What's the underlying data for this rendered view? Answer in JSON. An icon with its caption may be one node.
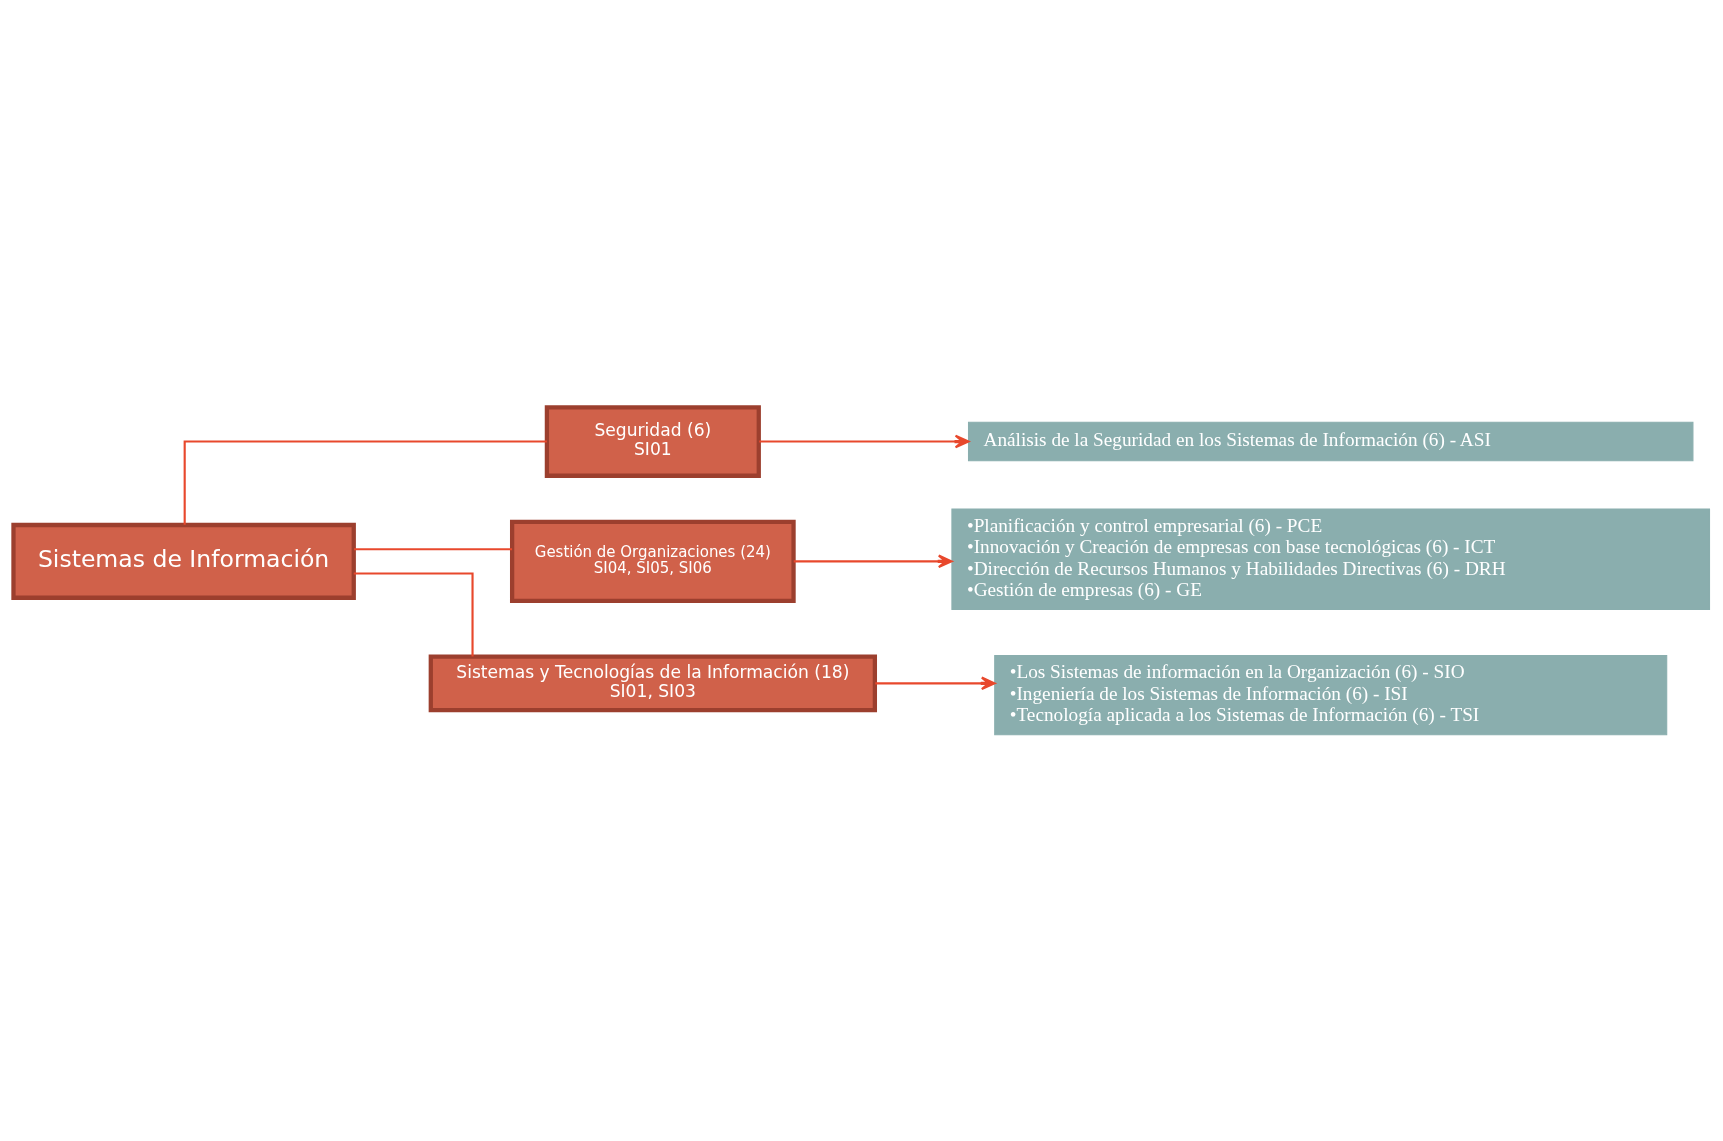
{
  "diagram": {
    "nodes": [
      {
        "text": [
          "Sistemas de Información"
        ]
      },
      {
        "text": [
          "Seguridad (6)",
          "SI01"
        ]
      },
      {
        "text": [
          "Gestión de Organizaciones (24)",
          "SI04, SI05, SI06"
        ]
      },
      {
        "text": [
          "Sistemas y Tecnologías de la Información (18)",
          "SI01, SI03"
        ]
      },
      {
        "text": [
          "Análisis de la Seguridad en los Sistemas de Información (6) - ASI"
        ]
      },
      {
        "text": [
          "•Planificación y control empresarial (6) - PCE",
          "•Innovación y Creación de empresas con base tecnológicas (6) - ICT",
          "•Dirección de Recursos Humanos y Habilidades Directivas (6) - DRH",
          "•Gestión de empresas (6) - GE"
        ]
      },
      {
        "text": [
          "•Los Sistemas de información en la Organización (6) - SIO",
          "•Ingeniería de los Sistemas de Información (6) - ISI",
          "•Tecnología aplicada a los Sistemas de Información (6) - TSI"
        ]
      }
    ],
    "edges": [
      {
        "from": 0,
        "to": 1,
        "arrow": "none"
      },
      {
        "from": 0,
        "to": 2,
        "arrow": "none"
      },
      {
        "from": 0,
        "to": 3,
        "arrow": "none"
      },
      {
        "from": 1,
        "to": 4,
        "arrow": "to"
      },
      {
        "from": 2,
        "to": 5,
        "arrow": "to"
      },
      {
        "from": 3,
        "to": 6,
        "arrow": "to"
      }
    ]
  }
}
